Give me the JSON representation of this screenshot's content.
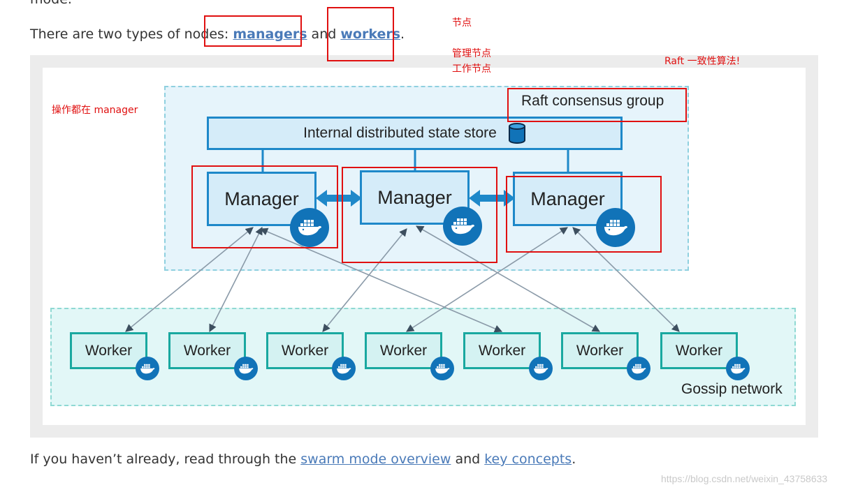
{
  "top_fragment": "mode.",
  "intro": {
    "prefix": "There are two types of nodes: ",
    "managers": "managers",
    "and": " and ",
    "workers": "workers",
    "suffix": "."
  },
  "diagram": {
    "raft_label": "Raft consensus group",
    "store_label": "Internal distributed state store",
    "managers": [
      "Manager",
      "Manager",
      "Manager"
    ],
    "workers": [
      "Worker",
      "Worker",
      "Worker",
      "Worker",
      "Worker",
      "Worker",
      "Worker"
    ],
    "gossip_label": "Gossip network"
  },
  "annotations": {
    "node": "节点",
    "manager_node": "管理节点",
    "worker_node": "工作节点",
    "raft": "Raft 一致性算法!",
    "ops": "操作都在 manager"
  },
  "footer": {
    "prefix": "If you haven’t already, read through the ",
    "link1": "swarm mode overview",
    "and": " and ",
    "link2": "key concepts",
    "suffix": "."
  },
  "watermark": "https://blog.csdn.net/weixin_43758633",
  "colors": {
    "link": "#4a7ab8",
    "annotation": "#e01010",
    "manager_border": "#1e88c9",
    "worker_border": "#19a8a0",
    "docker_blue": "#1173b8"
  },
  "icons": [
    "database-icon",
    "docker-whale-icon"
  ]
}
